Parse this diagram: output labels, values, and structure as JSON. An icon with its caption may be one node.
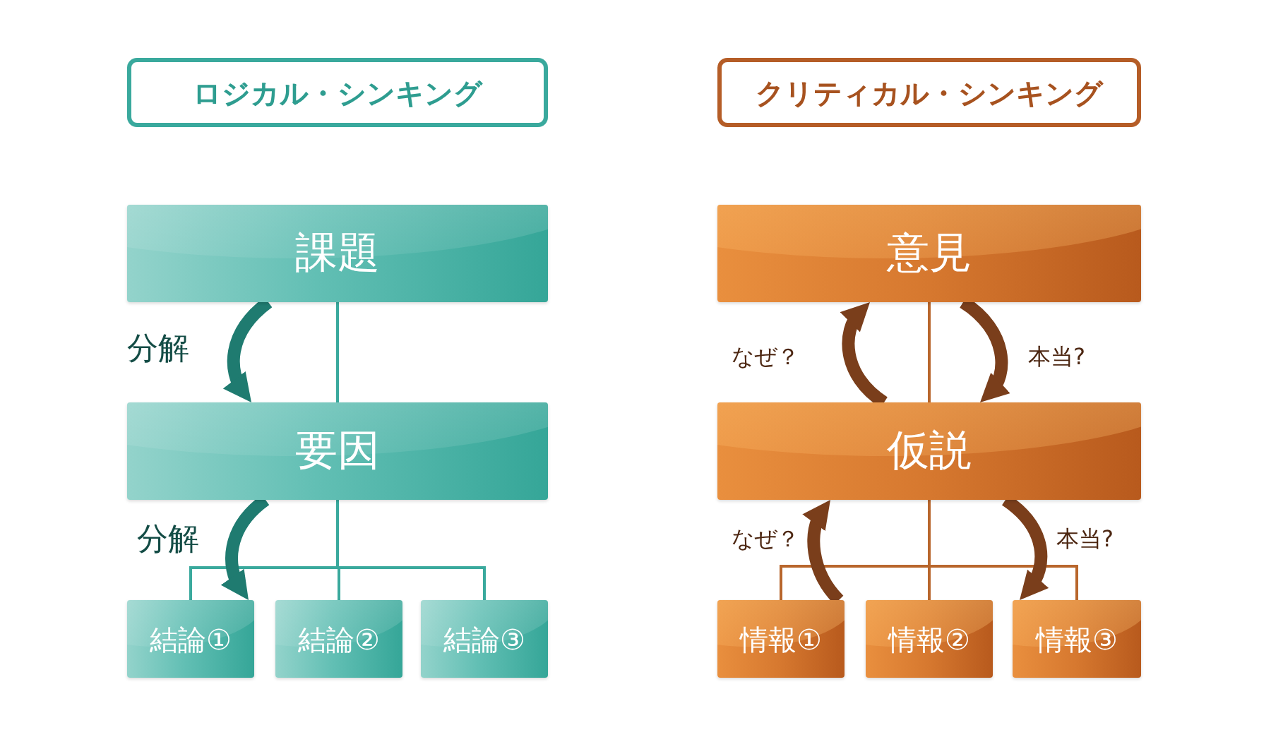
{
  "diagram": {
    "nodes": [
      {
        "text": [
          "ロジカル・シンキング"
        ]
      },
      {
        "text": [
          "課題"
        ]
      },
      {
        "text": [
          "要因"
        ]
      },
      {
        "text": [
          "結論①"
        ]
      },
      {
        "text": [
          "結論②"
        ]
      },
      {
        "text": [
          "結論③"
        ]
      },
      {
        "text": [
          "クリティカル・シンキング"
        ]
      },
      {
        "text": [
          "意見"
        ]
      },
      {
        "text": [
          "仮説"
        ]
      },
      {
        "text": [
          "情報①"
        ]
      },
      {
        "text": [
          "情報②"
        ]
      },
      {
        "text": [
          "情報③"
        ]
      }
    ],
    "edges": [
      {
        "from": 1,
        "to": 2,
        "arrow": "none",
        "color": "#3aa99d"
      },
      {
        "from": 2,
        "to": 3,
        "arrow": "none",
        "color": "#3aa99d"
      },
      {
        "from": 2,
        "to": 4,
        "arrow": "none",
        "color": "#3aa99d"
      },
      {
        "from": 2,
        "to": 5,
        "arrow": "none",
        "color": "#3aa99d"
      },
      {
        "from": 1,
        "to": 2,
        "arrow": "to",
        "label": "分解",
        "style": "thick",
        "color": "#1f7b70"
      },
      {
        "from": 2,
        "to": 3,
        "arrow": "to",
        "label": "分解",
        "style": "thick",
        "color": "#1f7b70"
      },
      {
        "from": 7,
        "to": 8,
        "arrow": "none",
        "color": "#b8662c"
      },
      {
        "from": 8,
        "to": 9,
        "arrow": "none",
        "color": "#b8662c"
      },
      {
        "from": 8,
        "to": 10,
        "arrow": "none",
        "color": "#b8662c"
      },
      {
        "from": 8,
        "to": 11,
        "arrow": "none",
        "color": "#b8662c"
      },
      {
        "from": 8,
        "to": 7,
        "arrow": "to",
        "label": "なぜ？",
        "style": "thick",
        "color": "#7a3e1b"
      },
      {
        "from": 7,
        "to": 8,
        "arrow": "to",
        "label": "本当?",
        "style": "thick",
        "color": "#7a3e1b"
      },
      {
        "from": 9,
        "to": 8,
        "arrow": "to",
        "label": "なぜ？",
        "style": "thick",
        "color": "#7a3e1b"
      },
      {
        "from": 8,
        "to": 11,
        "arrow": "to",
        "label": "本当?",
        "style": "thick",
        "color": "#7a3e1b"
      }
    ]
  }
}
